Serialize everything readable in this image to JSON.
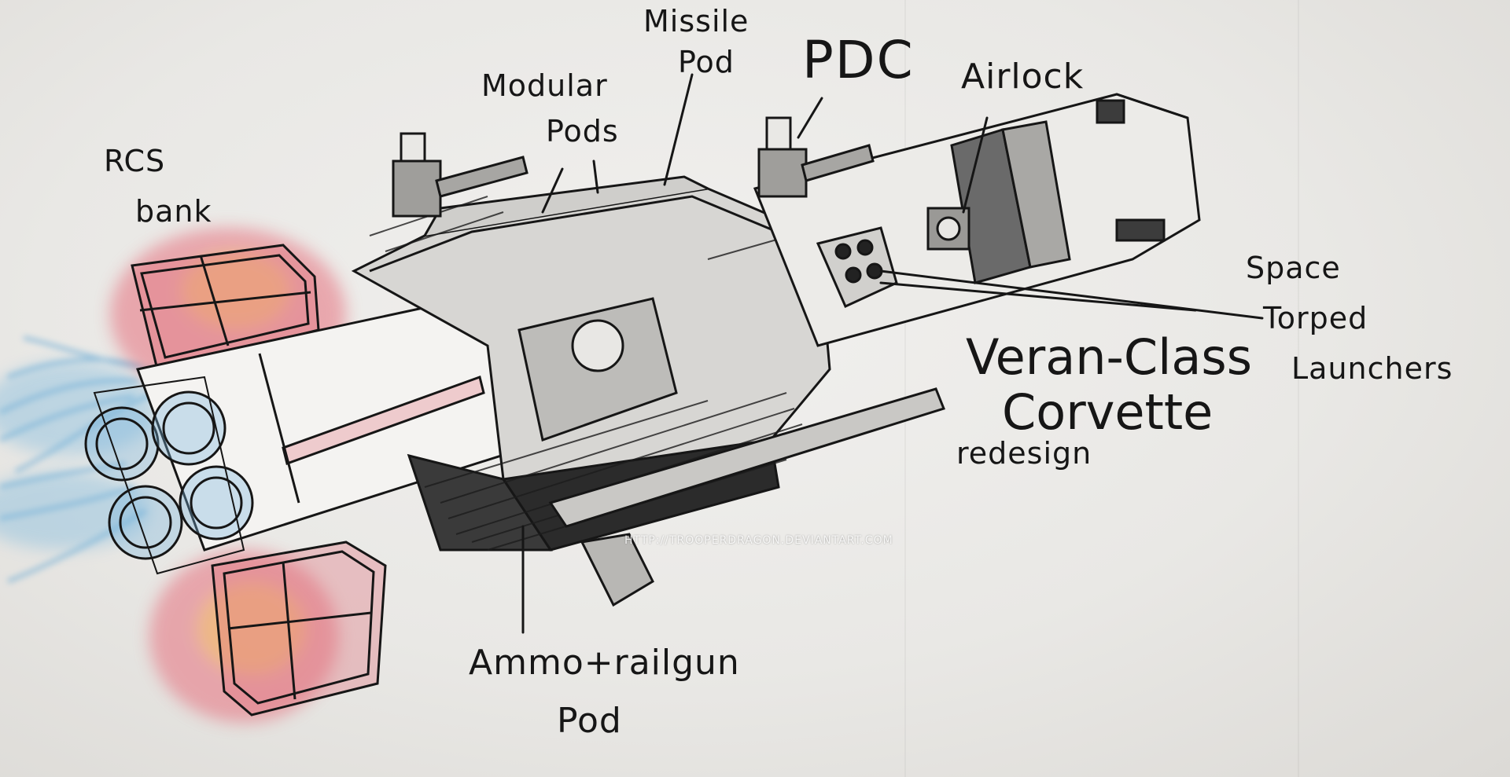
{
  "labels": {
    "rcs_line1": "RCS",
    "rcs_line2": "bank",
    "modular_line1": "Modular",
    "modular_line2": "Pods",
    "missile_line1": "Missile",
    "missile_line2": "Pod",
    "pdc": "PDC",
    "airlock": "Airlock",
    "torpedo_line1": "Space",
    "torpedo_line2": "Torped",
    "torpedo_line3": "Launchers",
    "title_line1": "Veran-Class",
    "title_line2": "Corvette",
    "title_line3": "redesign",
    "ammo_line1": "Ammo+railgun",
    "ammo_line2": "Pod"
  },
  "watermark": "HTTP://TROOPERDRAGON.DEVIANTART.COM",
  "colors": {
    "ink": "#161616",
    "paper": "#e9e8e5",
    "rcs_red": "#e0707a",
    "rcs_orange": "#f08a3c",
    "exhaust_blue": "#5aa3d2",
    "shading": "#3a3a3a"
  }
}
